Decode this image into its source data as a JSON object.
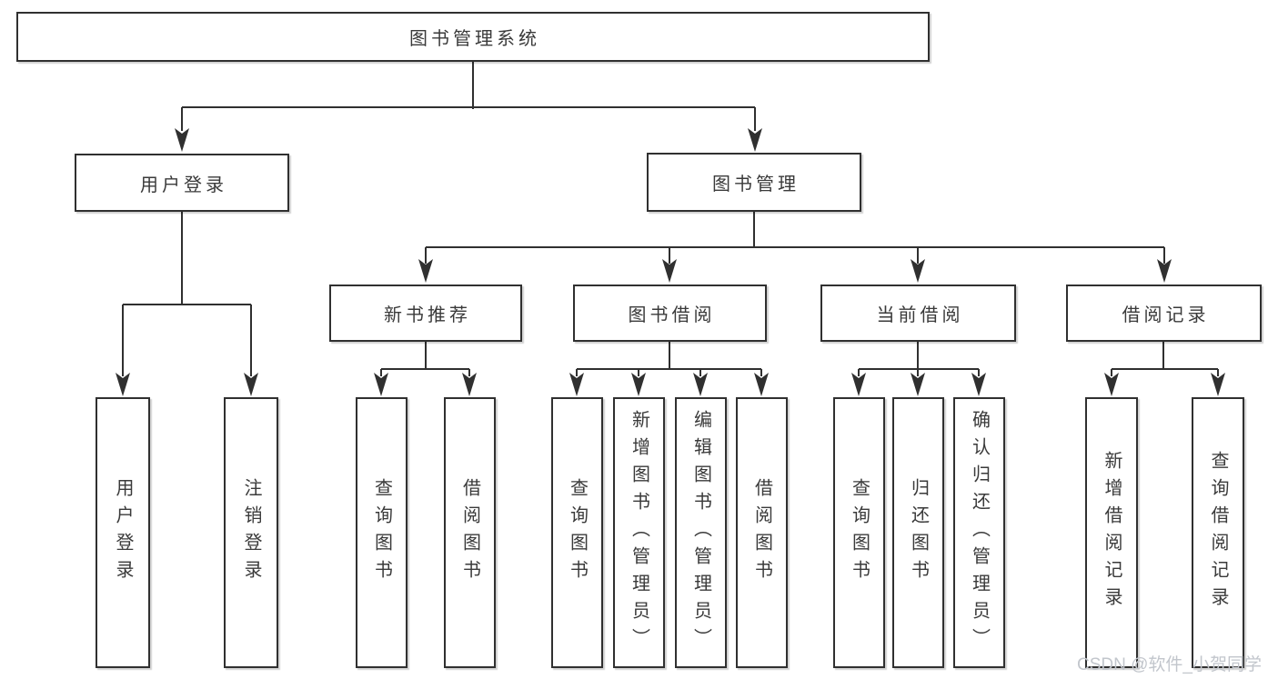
{
  "diagram": {
    "type": "tree",
    "root": {
      "label": "图书管理系统"
    },
    "children": [
      {
        "label": "用户登录",
        "children": [
          {
            "label": "用户登录"
          },
          {
            "label": "注销登录"
          }
        ]
      },
      {
        "label": "图书管理",
        "children": [
          {
            "label": "新书推荐",
            "children": [
              {
                "label": "查询图书"
              },
              {
                "label": "借阅图书"
              }
            ]
          },
          {
            "label": "图书借阅",
            "children": [
              {
                "label": "查询图书"
              },
              {
                "label": "新增图书（管理员）"
              },
              {
                "label": "编辑图书（管理员）"
              },
              {
                "label": "借阅图书"
              }
            ]
          },
          {
            "label": "当前借阅",
            "children": [
              {
                "label": "查询图书"
              },
              {
                "label": "归还图书"
              },
              {
                "label": "确认归还（管理员）"
              }
            ]
          },
          {
            "label": "借阅记录",
            "children": [
              {
                "label": "新增借阅记录"
              },
              {
                "label": "查询借阅记录"
              }
            ]
          }
        ]
      }
    ]
  },
  "watermark": {
    "text": "CSDN @软件_小贺同学"
  },
  "colors": {
    "line": "#303030",
    "box_border": "#303030",
    "box_fill": "#ffffff",
    "text": "#3a3a3a",
    "watermark": "#c2c6cc",
    "background": "#ffffff"
  }
}
